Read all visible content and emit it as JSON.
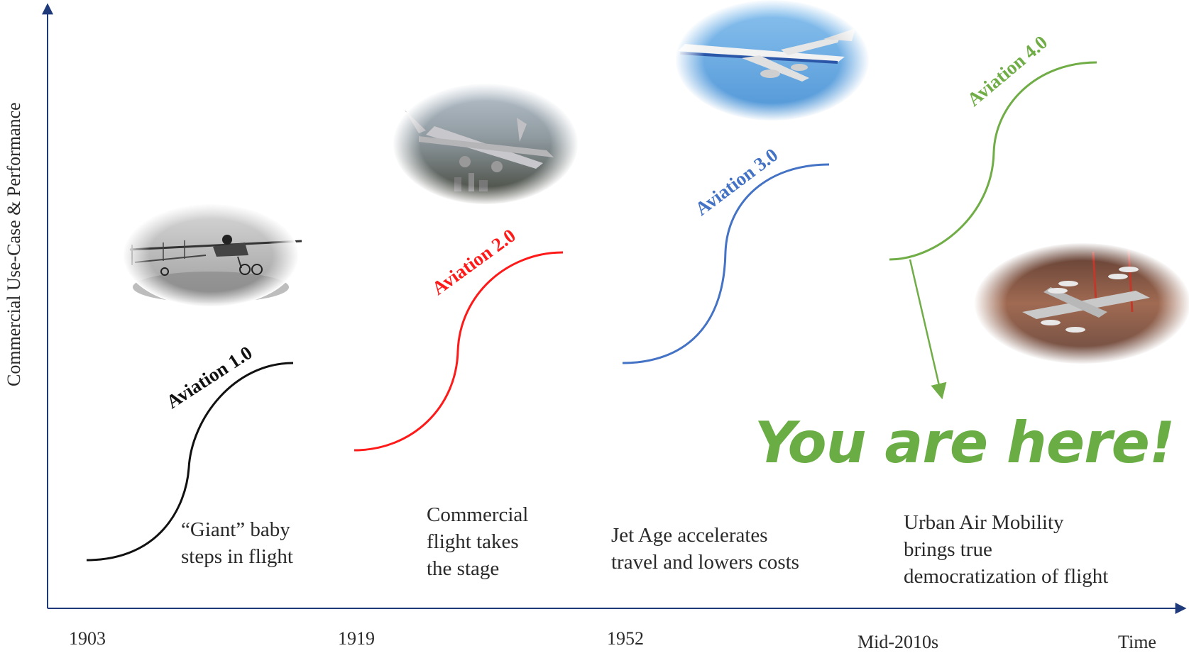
{
  "axis": {
    "y_label": "Commercial Use-Case &  Performance",
    "x_label": "Time",
    "ticks": [
      "1903",
      "1919",
      "1952",
      "Mid-2010s"
    ]
  },
  "eras": [
    {
      "name": "Aviation 1.0",
      "color": "#111111",
      "caption": [
        "“Giant” baby",
        "steps in flight"
      ],
      "image": "early-monoplane-photo"
    },
    {
      "name": "Aviation 2.0",
      "color": "#ff1a1a",
      "caption": [
        "Commercial",
        "flight takes",
        "the stage"
      ],
      "image": "propeller-airliner-photo"
    },
    {
      "name": "Aviation 3.0",
      "color": "#4472c4",
      "caption": [
        "Jet Age accelerates",
        "travel and lowers costs"
      ],
      "image": "jet-airliner-photo"
    },
    {
      "name": "Aviation 4.0",
      "color": "#70ad47",
      "caption": [
        "Urban Air Mobility",
        "brings true",
        "democratization of  flight"
      ],
      "image": "evtol-aircraft-photo"
    }
  ],
  "callout": "You are here!",
  "colors": {
    "axis": "#1f3a7a",
    "callout": "#6aad45"
  }
}
